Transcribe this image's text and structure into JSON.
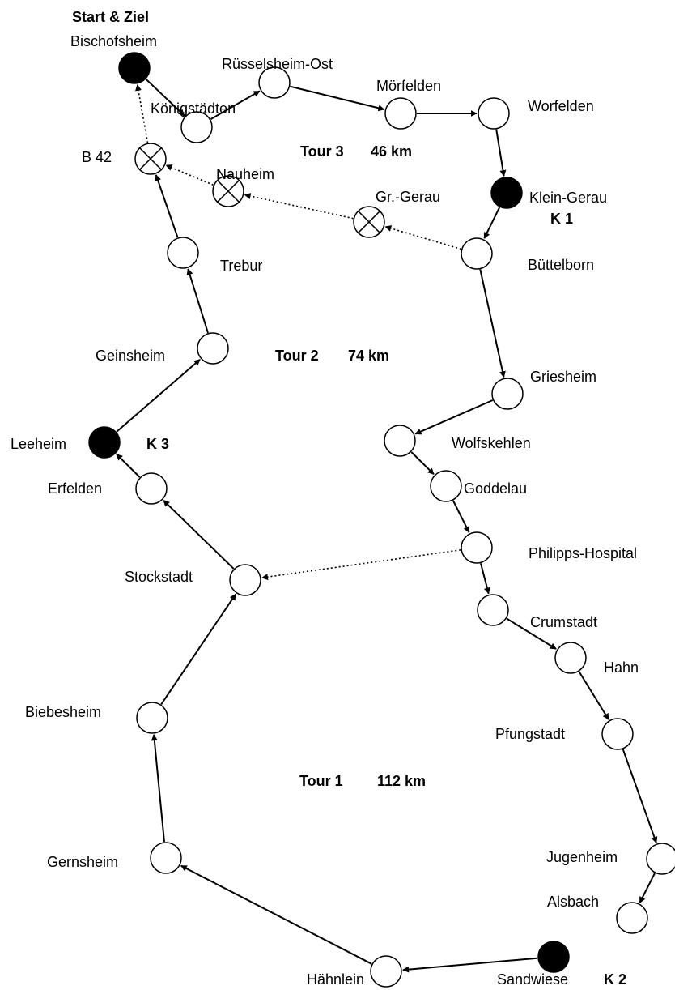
{
  "title": "Start & Ziel",
  "tours": {
    "tour1_label": "Tour 1",
    "tour1_km": "112 km",
    "tour2_label": "Tour 2",
    "tour2_km": "74 km",
    "tour3_label": "Tour 3",
    "tour3_km": "46 km"
  },
  "checkpoints": {
    "k1": "K 1",
    "k2": "K 2",
    "k3": "K 3"
  },
  "stations": {
    "bischofsheim": "Bischofsheim",
    "koenigstaedten": "Königstädten",
    "ruesselsheim_ost": "Rüsselsheim-Ost",
    "moerfelden": "Mörfelden",
    "worfelden": "Worfelden",
    "klein_gerau": "Klein-Gerau",
    "buettelborn": "Büttelborn",
    "griesheim": "Griesheim",
    "wolfskehlen": "Wolfskehlen",
    "goddelau": "Goddelau",
    "philipps_hospital": "Philipps-Hospital",
    "crumstadt": "Crumstadt",
    "hahn": "Hahn",
    "pfungstadt": "Pfungstadt",
    "jugenheim": "Jugenheim",
    "alsbach": "Alsbach",
    "sandwiese": "Sandwiese",
    "haehnlein": "Hähnlein",
    "gernsheim": "Gernsheim",
    "biebesheim": "Biebesheim",
    "stockstadt": "Stockstadt",
    "erfelden": "Erfelden",
    "leeheim": "Leeheim",
    "geinsheim": "Geinsheim",
    "trebur": "Trebur",
    "b42": "B 42",
    "nauheim": "Nauheim",
    "gr_gerau": "Gr.-Gerau"
  },
  "node_types": {
    "bischofsheim": "filled",
    "klein_gerau": "filled",
    "sandwiese": "filled",
    "leeheim": "filled",
    "b42": "crossed",
    "nauheim": "crossed",
    "gr_gerau": "crossed"
  },
  "route_solid": [
    [
      "bischofsheim",
      "koenigstaedten"
    ],
    [
      "koenigstaedten",
      "ruesselsheim_ost"
    ],
    [
      "ruesselsheim_ost",
      "moerfelden"
    ],
    [
      "moerfelden",
      "worfelden"
    ],
    [
      "worfelden",
      "klein_gerau"
    ],
    [
      "klein_gerau",
      "buettelborn"
    ],
    [
      "buettelborn",
      "griesheim"
    ],
    [
      "griesheim",
      "wolfskehlen"
    ],
    [
      "wolfskehlen",
      "goddelau"
    ],
    [
      "goddelau",
      "philipps_hospital"
    ],
    [
      "philipps_hospital",
      "crumstadt"
    ],
    [
      "crumstadt",
      "hahn"
    ],
    [
      "hahn",
      "pfungstadt"
    ],
    [
      "pfungstadt",
      "jugenheim"
    ],
    [
      "jugenheim",
      "alsbach"
    ],
    [
      "sandwiese",
      "haehnlein"
    ],
    [
      "haehnlein",
      "gernsheim"
    ],
    [
      "gernsheim",
      "biebesheim"
    ],
    [
      "biebesheim",
      "stockstadt"
    ],
    [
      "stockstadt",
      "erfelden"
    ],
    [
      "erfelden",
      "leeheim"
    ],
    [
      "leeheim",
      "geinsheim"
    ],
    [
      "geinsheim",
      "trebur"
    ],
    [
      "trebur",
      "b42"
    ]
  ],
  "route_dotted": [
    [
      "philipps_hospital",
      "stockstadt"
    ],
    [
      "buettelborn",
      "gr_gerau"
    ],
    [
      "gr_gerau",
      "nauheim"
    ],
    [
      "nauheim",
      "b42"
    ],
    [
      "b42",
      "bischofsheim"
    ]
  ]
}
